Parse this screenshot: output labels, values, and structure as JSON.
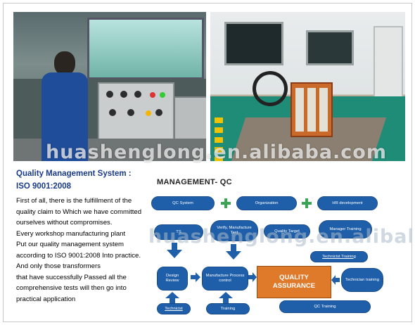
{
  "watermark": "huashenglong.en.alibaba.com",
  "text": {
    "title": "Quality Management System :",
    "standard": "ISO 9001:2008",
    "lines": [
      "First of all, there is the fulfillment of the",
      "quality claim to Which we have committed",
      "ourselves without compromises.",
      "Every workshop manufacturing plant",
      "Put our quality management system",
      "according to ISO 9001:2008 Into practice.",
      "And only those transformers",
      "that have  successfully Passed all the",
      "comprehensive tests will then go into",
      "practical application"
    ]
  },
  "diagram": {
    "title": "MANAGEMENT- QC",
    "qc_system": "QC System",
    "organization": "Organization",
    "hr_development": "HR development",
    "ts": "TS",
    "verify": "Verify, Manufacture Test",
    "quality_target": "Quality Target",
    "manager_training": "Manager Training",
    "technicist_training": "Technicist Training",
    "design_review": "Design Review",
    "manufacture_process": "Manufacture Process control",
    "qa_line1": "QUALITY",
    "qa_line2": "ASSURANCE",
    "technician_training": "Technician training",
    "technicist": "Technicist",
    "training": "Training",
    "qc_training": "QC Training"
  },
  "colors": {
    "pill": "#1f5faa",
    "plus": "#3aa655",
    "qa": "#e07a2b",
    "title_blue": "#1a3a8a"
  }
}
